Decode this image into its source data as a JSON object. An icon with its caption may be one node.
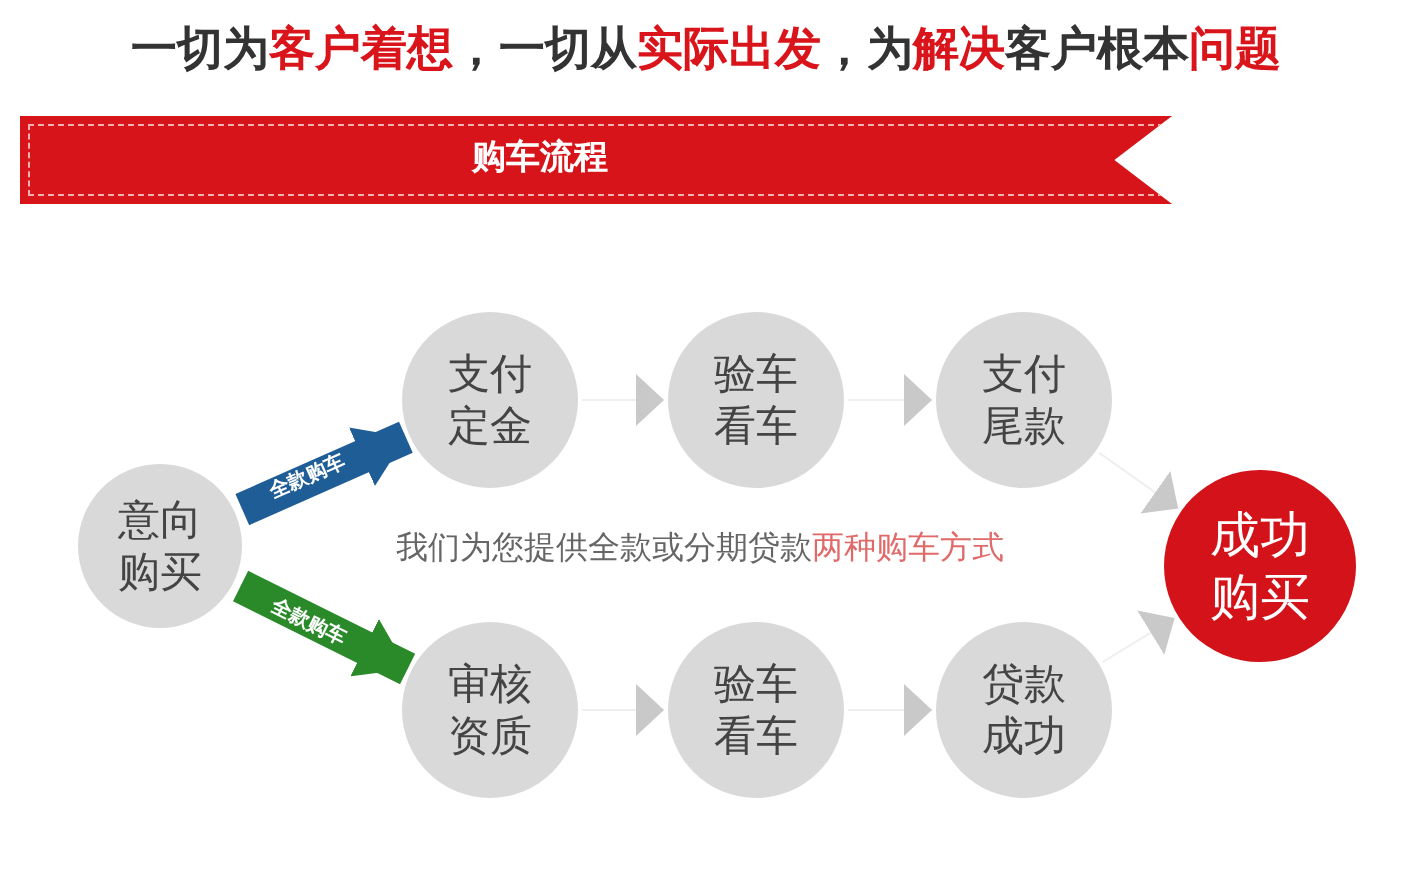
{
  "diagram": {
    "title": "一切为**客户着想**，一切从**实际出发**，为**解决**客户根本**问题**",
    "nodes": [
      {
        "text": [
          "购车流程"
        ]
      },
      {
        "text": [
          "意向购买"
        ]
      },
      {
        "text": [
          "支付定金"
        ]
      },
      {
        "text": [
          "验车看车"
        ]
      },
      {
        "text": [
          "支付尾款"
        ]
      },
      {
        "text": [
          "审核资质"
        ]
      },
      {
        "text": [
          "验车看车"
        ]
      },
      {
        "text": [
          "贷款成功"
        ]
      },
      {
        "text": [
          "成功购买"
        ]
      }
    ],
    "edges": [
      {
        "from": 1,
        "to": 2,
        "arrow": "to",
        "label": "全款购车",
        "style": "thick",
        "color": "#1f5d96"
      },
      {
        "from": 1,
        "to": 5,
        "arrow": "to",
        "label": "全款购车",
        "style": "thick",
        "color": "#2a8a2a"
      },
      {
        "from": 2,
        "to": 3,
        "arrow": "to"
      },
      {
        "from": 3,
        "to": 4,
        "arrow": "to"
      },
      {
        "from": 4,
        "to": 8,
        "arrow": "to"
      },
      {
        "from": 5,
        "to": 6,
        "arrow": "to"
      },
      {
        "from": 6,
        "to": 7,
        "arrow": "to"
      },
      {
        "from": 7,
        "to": 8,
        "arrow": "to"
      }
    ],
    "labels": [
      "我们为您提供全款或分期贷款**两种购车方式**"
    ]
  }
}
